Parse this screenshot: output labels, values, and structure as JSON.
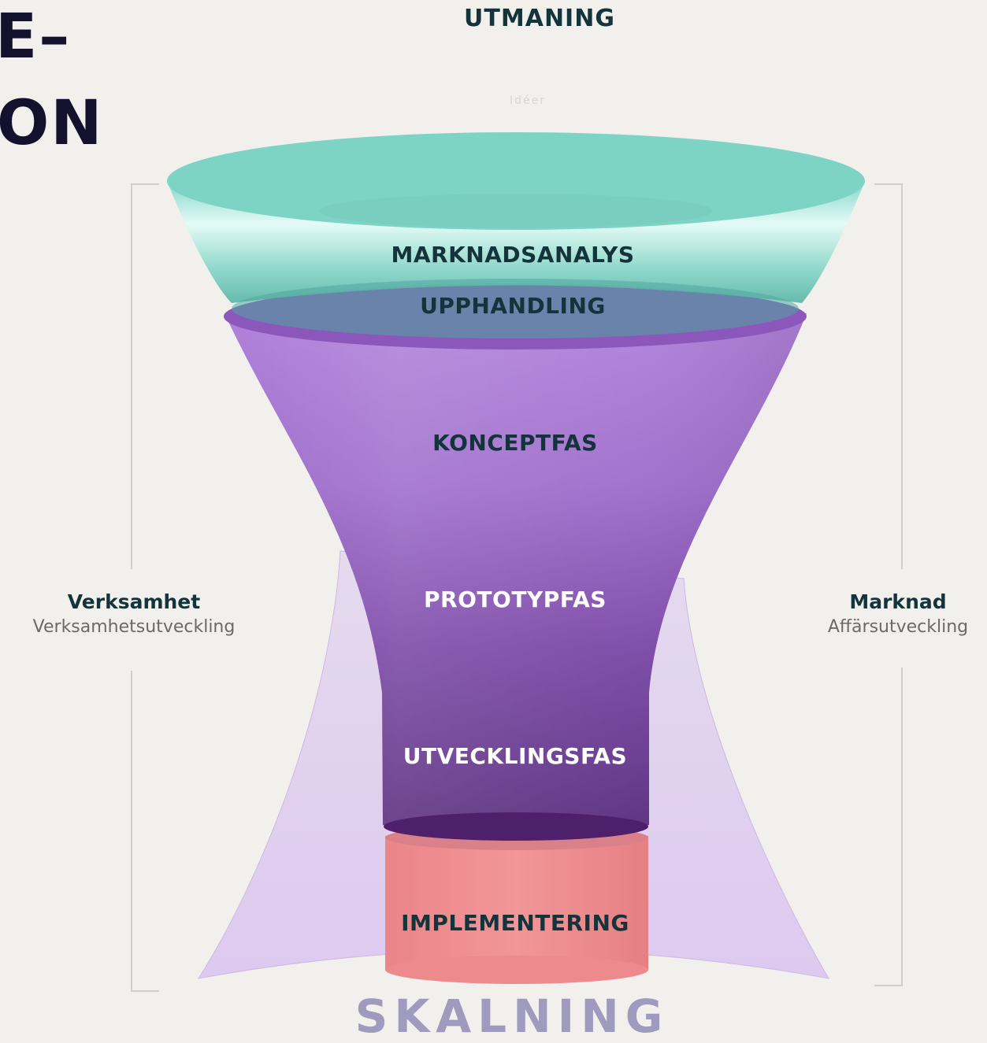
{
  "heading_fragment": [
    "E–",
    "ON"
  ],
  "top_label": "UTMANING",
  "faint_label": "Idéer",
  "left_side": {
    "title": "Verksamhet",
    "subtitle": "Verksamhetsutveckling"
  },
  "right_side": {
    "title": "Marknad",
    "subtitle": "Affärsutveckling"
  },
  "stages": [
    {
      "label": "MARKNADSANALYS",
      "color": "#13343a"
    },
    {
      "label": "UPPHANDLING",
      "color": "#13343a"
    },
    {
      "label": "KONCEPTFAS",
      "color": "#13343a"
    },
    {
      "label": "PROTOTYPFAS",
      "color": "#ffffff"
    },
    {
      "label": "UTVECKLINGSFAS",
      "color": "#ffffff"
    },
    {
      "label": "IMPLEMENTERING",
      "color": "#13343a"
    }
  ],
  "bottom_label": "SKALNING",
  "colors": {
    "background": "#f2f0ed",
    "teal": "#7dd3c4",
    "purple_light": "#b07fd8",
    "purple_dark": "#5a2d80",
    "lilac": "#e2d3f0",
    "coral": "#ee8a8e"
  }
}
